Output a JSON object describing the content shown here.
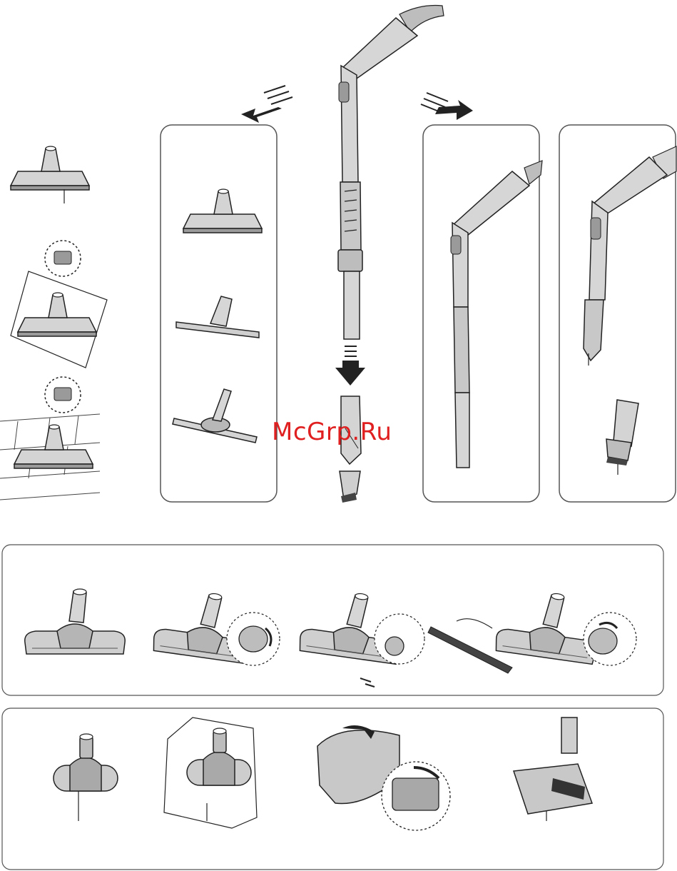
{
  "watermark": {
    "text": "McGrp.Ru",
    "color": "#e02020"
  },
  "colors": {
    "line": "#222222",
    "part_fill": "#d4d4d4",
    "part_shade": "#9a9a9a",
    "panel_border": "#555555"
  },
  "panels": {
    "main_nozzles": {
      "items": [
        "combination-floor-nozzle",
        "parquet-nozzle",
        "wood-floor-nozzle"
      ]
    },
    "telescopic_tube": {
      "parts": [
        "handle-tube",
        "crevice-tool",
        "dusting-brush"
      ]
    },
    "extended_tube": {
      "parts": [
        "handle-tube-extended"
      ]
    },
    "accessory_on_handle": {
      "parts": [
        "crevice-tool-on-handle",
        "brush-tool"
      ]
    }
  },
  "turbo_brush_steps": [
    "turbo-brush",
    "open-cover",
    "remove-roller",
    "clean-roller",
    "close-cover"
  ],
  "mini_turbo_steps": [
    "mini-turbo-brush",
    "mini-turbo-on-rug",
    "rotate-cover",
    "open-mini-turbo"
  ]
}
